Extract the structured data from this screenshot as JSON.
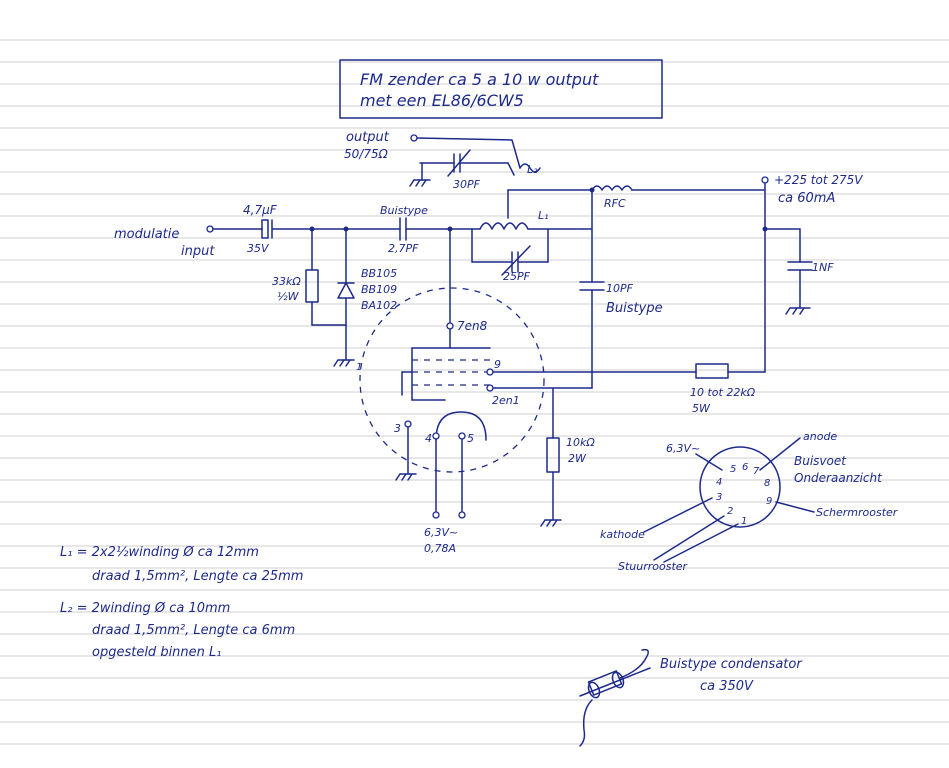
{
  "title": {
    "line1": "FM zender ca 5 a 10 w output",
    "line2": "met een EL86/6CW5"
  },
  "output": {
    "label": "output",
    "impedance": "50/75Ω"
  },
  "caps": {
    "c30": "30PF",
    "c47": "4,7μF",
    "c47v": "35V",
    "c27type": "Buistype",
    "c27": "2,7PF",
    "c25": "25PF",
    "c10": "10PF",
    "c10type": "Buistype",
    "c1nf": "1NF"
  },
  "coils": {
    "l1": "L₁",
    "l2": "L₂",
    "rfc": "RFC"
  },
  "input": {
    "line1": "modulatie",
    "line2": "input"
  },
  "resistors": {
    "r33": "33kΩ",
    "r33w": "½W",
    "rscreen": "10 tot 22kΩ",
    "rscreenw": "5W",
    "rk": "10kΩ",
    "rkw": "2W"
  },
  "diodes": [
    "BB105",
    "BB109",
    "BA102"
  ],
  "tube": {
    "p78": "7en8",
    "p9": "9",
    "p21": "2en1",
    "p3": "3",
    "p4": "4",
    "p5": "5",
    "p1": "1"
  },
  "supply": {
    "voltage": "+225 tot 275V",
    "current": "ca 60mA"
  },
  "heater": {
    "voltage": "6,3V~",
    "current": "0,78A"
  },
  "socket": {
    "heater": "6,3V~",
    "anode": "anode",
    "title1": "Buisvoet",
    "title2": "Onderaanzicht",
    "screen": "Schermrooster",
    "cathode": "kathode",
    "grid": "Stuurrooster",
    "pins": [
      "5",
      "6",
      "7",
      "4",
      "8",
      "3",
      "9",
      "2",
      "1"
    ]
  },
  "notes": {
    "l1_line1": "L₁ = 2x2½winding Ø ca 12mm",
    "l1_line2": "draad 1,5mm², Lengte ca 25mm",
    "l2_line1": "L₂ = 2winding Ø ca 10mm",
    "l2_line2": "draad 1,5mm², Lengte ca 6mm",
    "l2_line3": "opgesteld binnen L₁"
  },
  "cap_drawing": {
    "line1": "Buistype condensator",
    "line2": "ca 350V"
  }
}
